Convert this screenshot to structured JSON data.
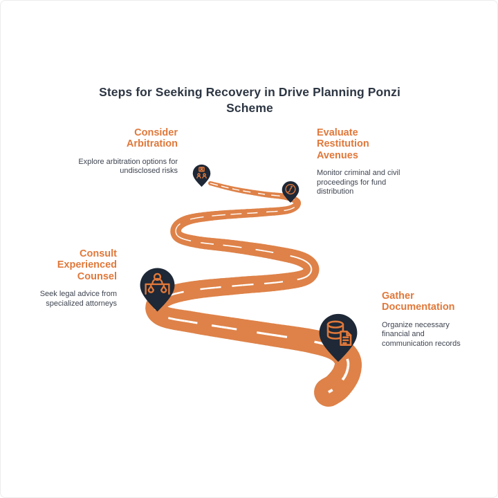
{
  "title": "Steps for Seeking Recovery in Drive Planning Ponzi Scheme",
  "colors": {
    "background": "#FFFFFF",
    "accent_orange": "#E0783A",
    "road_orange": "#DE8249",
    "road_dash": "#FFFFFF",
    "pin_navy": "#1E2836",
    "title_text": "#2D3643",
    "body_text": "#3E4450"
  },
  "steps": [
    {
      "heading": "Consider Arbitration",
      "description": "Explore arbitration options for undisclosed risks",
      "icon": "arbitration-meeting-icon"
    },
    {
      "heading": "Evaluate Restitution Avenues",
      "description": "Monitor criminal and civil proceedings for fund distribution",
      "icon": "restitution-route-icon"
    },
    {
      "heading": "Consult Experienced Counsel",
      "description": "Seek legal advice from specialized attorneys",
      "icon": "legal-counsel-icon"
    },
    {
      "heading": "Gather Documentation",
      "description": "Organize necessary financial and communication records",
      "icon": "documents-database-icon"
    }
  ]
}
